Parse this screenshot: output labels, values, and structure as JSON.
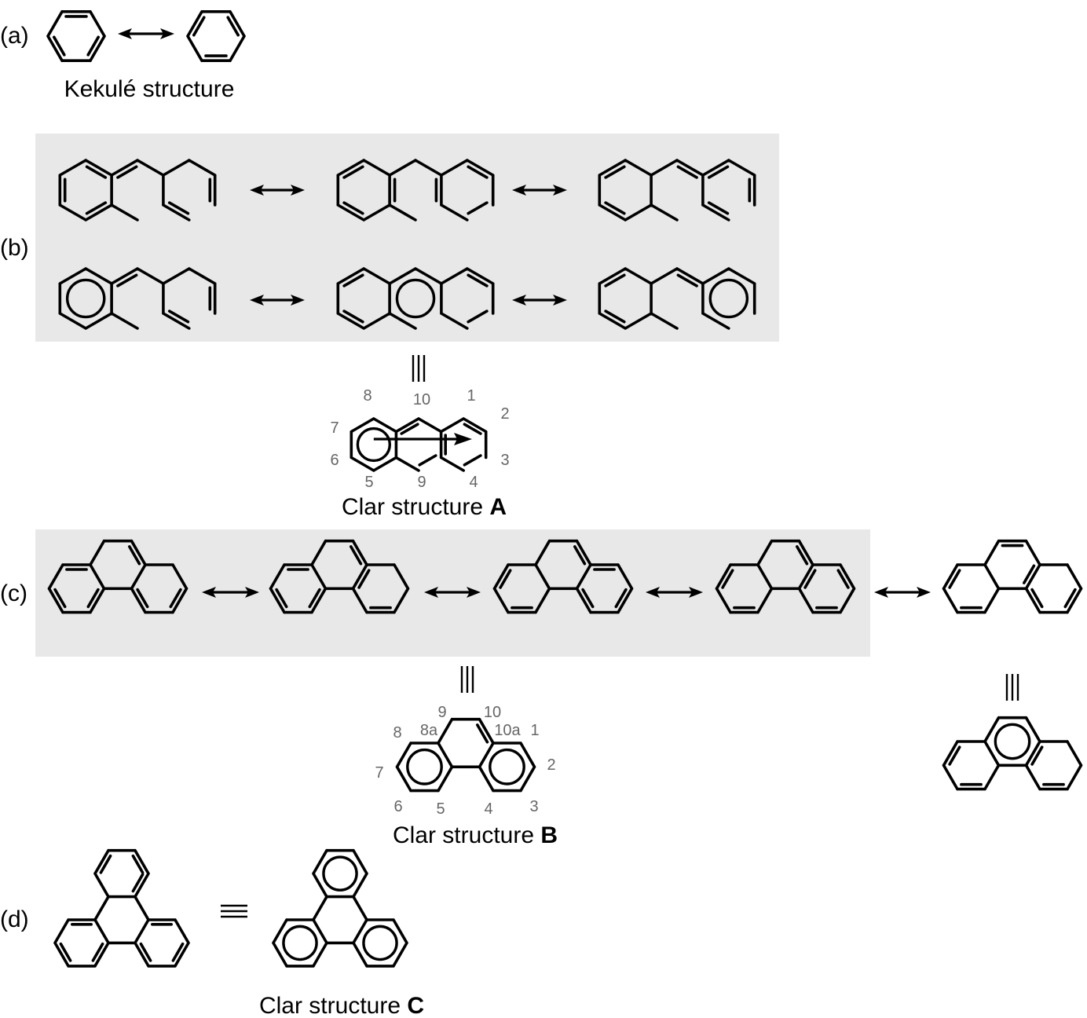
{
  "panels": [
    {
      "id": "a",
      "label": "(a)"
    },
    {
      "id": "b",
      "label": "(b)"
    },
    {
      "id": "c",
      "label": "(c)"
    },
    {
      "id": "d",
      "label": "(d)"
    }
  ],
  "captions": {
    "kekule": "Kekulé structure",
    "clar_a_prefix": "Clar structure ",
    "clar_a_letter": "A",
    "clar_b_prefix": "Clar structure ",
    "clar_b_letter": "B",
    "clar_c_prefix": "Clar structure ",
    "clar_c_letter": "C"
  },
  "anthracene_numbers": [
    "8",
    "10",
    "1",
    "2",
    "7",
    "3",
    "6",
    "5",
    "9",
    "4"
  ],
  "phenanthrene_numbers": [
    "9",
    "10",
    "8",
    "8a",
    "10a",
    "1",
    "7",
    "2",
    "6",
    "5",
    "4",
    "3"
  ],
  "colors": {
    "highlight": "#e8e8e8",
    "numbers": "#666666"
  }
}
